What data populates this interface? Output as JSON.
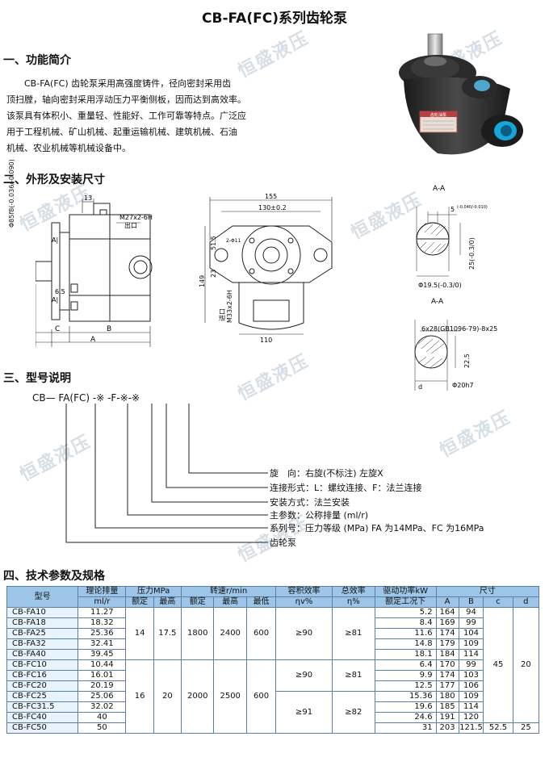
{
  "title": "CB-FA(FC)系列齿轮泵",
  "sections": {
    "s1": "一、功能简介",
    "s2": "二、外形及安装尺寸",
    "s3": "三、型号说明",
    "s4": "四、技术参数及规格"
  },
  "intro_lines": [
    "CB-FA(FC) 齿轮泵采用高强度铸件，径向密封采用齿",
    "顶扫膛，轴向密封采用浮动压力平衡侧板，因而达到高效率。",
    "该泵具有体积小、重量轻、性能好、工作可靠等特点。广泛应",
    "用于工程机械、矿山机械、起重运输机械、建筑机械、石油",
    "机械、农业机械等机械设备中。"
  ],
  "watermark": "恒盛液压",
  "nameplate_text": "齿轮油泵",
  "drawing": {
    "side": {
      "dim_13": "13",
      "thread": "M27x2-6H",
      "outlet": "出口",
      "A_left": "A|",
      "A_left2": "A|",
      "dia_label": "Φ85f8(-0.036/-0.090)",
      "dim_65": "6.5",
      "C": "C",
      "B": "B",
      "A": "A"
    },
    "front": {
      "dim_155": "155",
      "dim_130": "130±0.2",
      "dim_515": "51.5",
      "dim_23": "23",
      "dim_149": "149",
      "inlet_thread": "M33x2-6H",
      "inlet": "进口",
      "dim_110": "110",
      "screw": "2-Φ11"
    },
    "section1": {
      "label": "A-A",
      "key": "5",
      "tol": "(-0.040/-0.010)",
      "dim": "25(-0.3/0)",
      "dia": "Φ19.5(-0.3/0)"
    },
    "section2": {
      "label": "A-A",
      "spline": "6x28(GB1096-79)-8x25",
      "dim": "22.5",
      "dia": "Φ20h7",
      "d": "d"
    }
  },
  "model": {
    "code": "CB— FA(FC) -※ -F-※-※",
    "legend": [
      "旋　向：右旋(不标注) 左旋X",
      "连接形式：L：螺纹连接、F：法兰连接",
      "安装方式：法兰安装",
      "主参数：公称排量 (ml/r)",
      "系列号：压力等级 (MPa) FA 为14MPa、FC 为16MPa",
      "齿轮泵"
    ]
  },
  "table": {
    "headers": {
      "model": "型号",
      "disp": "理论排量",
      "disp_unit": "ml/r",
      "pressure": "压力MPa",
      "speed": "转速r/min",
      "vol_eff": "容积效率",
      "vol_eff_unit": "ηv%",
      "tot_eff": "总效率",
      "tot_eff_unit": "η%",
      "power": "驱动功率kW",
      "power_sub": "额定工况下",
      "dims": "尺寸",
      "rated": "额定",
      "max": "最高",
      "min": "最低",
      "A": "A",
      "B": "B",
      "c": "c",
      "d": "d"
    },
    "rows": [
      {
        "model": "CB-FA10",
        "disp": "11.27",
        "power": "5.2",
        "A": "164",
        "B": "94"
      },
      {
        "model": "CB-FA18",
        "disp": "18.32",
        "power": "8.4",
        "A": "169",
        "B": "99"
      },
      {
        "model": "CB-FA25",
        "disp": "25.36",
        "power": "11.6",
        "A": "174",
        "B": "104"
      },
      {
        "model": "CB-FA32",
        "disp": "32.41",
        "power": "14.8",
        "A": "179",
        "B": "109"
      },
      {
        "model": "CB-FA40",
        "disp": "39.45",
        "power": "18.1",
        "A": "184",
        "B": "114"
      },
      {
        "model": "CB-FC10",
        "disp": "10.44",
        "power": "6.4",
        "A": "170",
        "B": "99"
      },
      {
        "model": "CB-FC16",
        "disp": "16.01",
        "power": "9.9",
        "A": "174",
        "B": "103"
      },
      {
        "model": "CB-FC20",
        "disp": "20.19",
        "power": "12.5",
        "A": "177",
        "B": "106"
      },
      {
        "model": "CB-FC25",
        "disp": "25.06",
        "power": "15.36",
        "A": "180",
        "B": "109"
      },
      {
        "model": "CB-FC31.5",
        "disp": "32.02",
        "power": "19.6",
        "A": "185",
        "B": "114"
      },
      {
        "model": "CB-FC40",
        "disp": "40",
        "power": "24.6",
        "A": "191",
        "B": "120"
      },
      {
        "model": "CB-FC50",
        "disp": "50",
        "power": "31",
        "A": "203",
        "B": "121.5"
      }
    ],
    "fa": {
      "p_rated": "14",
      "p_max": "17.5",
      "n_rated": "1800",
      "n_max": "2400",
      "n_min": "600",
      "vol_eff": "≥90",
      "tot_eff": "≥81"
    },
    "fc": {
      "p_rated": "16",
      "p_max": "20",
      "n_rated": "2000",
      "n_max": "2500",
      "n_min": "600",
      "vol_eff_a": "≥90",
      "tot_eff_a": "≥81",
      "vol_eff_b": "≥91",
      "tot_eff_b": "≥82"
    },
    "c_main": "45",
    "d_main": "20",
    "c_last": "52.5",
    "d_last": "25"
  }
}
